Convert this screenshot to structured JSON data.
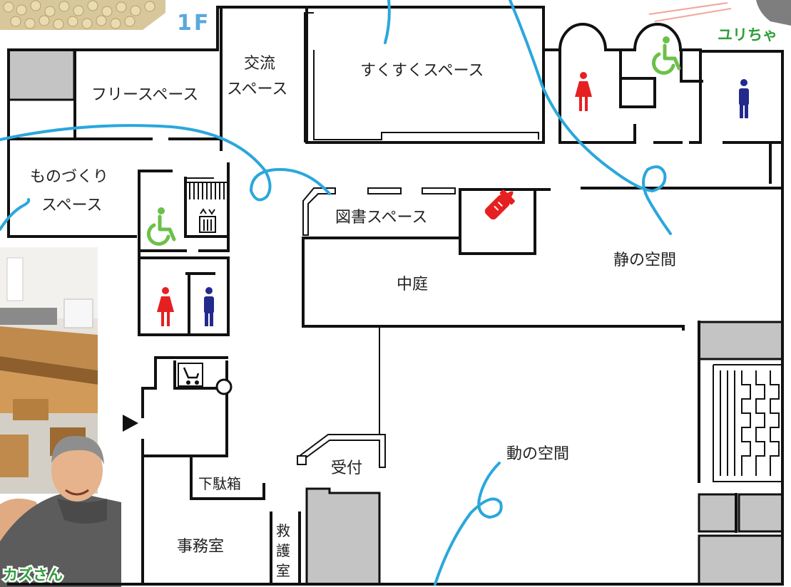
{
  "floor": "1F",
  "rooms": {
    "free_space": "フリースペース",
    "exchange_space_1": "交流",
    "exchange_space_2": "スペース",
    "sukusuku_space": "すくすくスペース",
    "monozukuri_1": "ものづくり",
    "monozukuri_2": "スペース",
    "library_space": "図書スペース",
    "courtyard": "中庭",
    "quiet_area": "静の空間",
    "active_area": "動の空間",
    "reception": "受付",
    "shoe_box": "下駄箱",
    "office": "事務室",
    "first_aid": [
      "救",
      "護",
      "室"
    ]
  },
  "people": {
    "yuri": "ユリちゃ",
    "kazu": "カズさん"
  },
  "colors": {
    "wall": "#111111",
    "grey_block": "#c4c4c4",
    "accent_blue": "#2aa7dc",
    "floor_label": "#5aa8dd",
    "person_label": "#2e9e3a",
    "women_icon": "#e62020",
    "men_icon": "#232a8c",
    "accessible_icon": "#6cc04a",
    "nursing_icon": "#e62020"
  },
  "icons": [
    "wheelchair-icon",
    "women-restroom-icon",
    "men-restroom-icon",
    "nursing-bottle-icon",
    "elevator-icon",
    "stroller-icon",
    "entrance-arrow-icon"
  ]
}
